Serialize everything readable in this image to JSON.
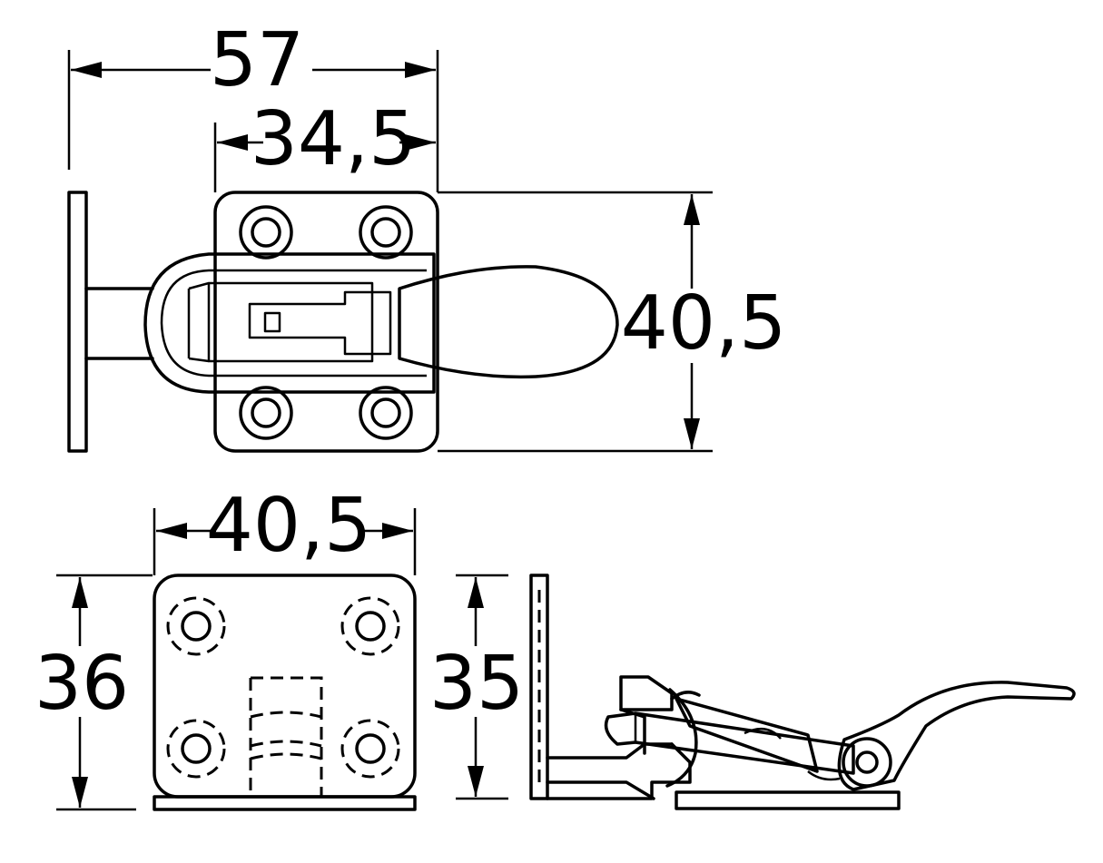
{
  "dimensions": {
    "top_total_width": "57",
    "top_plate_width": "34,5",
    "top_height": "40,5",
    "front_width": "40,5",
    "front_height": "36",
    "side_height": "35"
  },
  "colors": {
    "line": "#000000",
    "background": "#ffffff"
  }
}
